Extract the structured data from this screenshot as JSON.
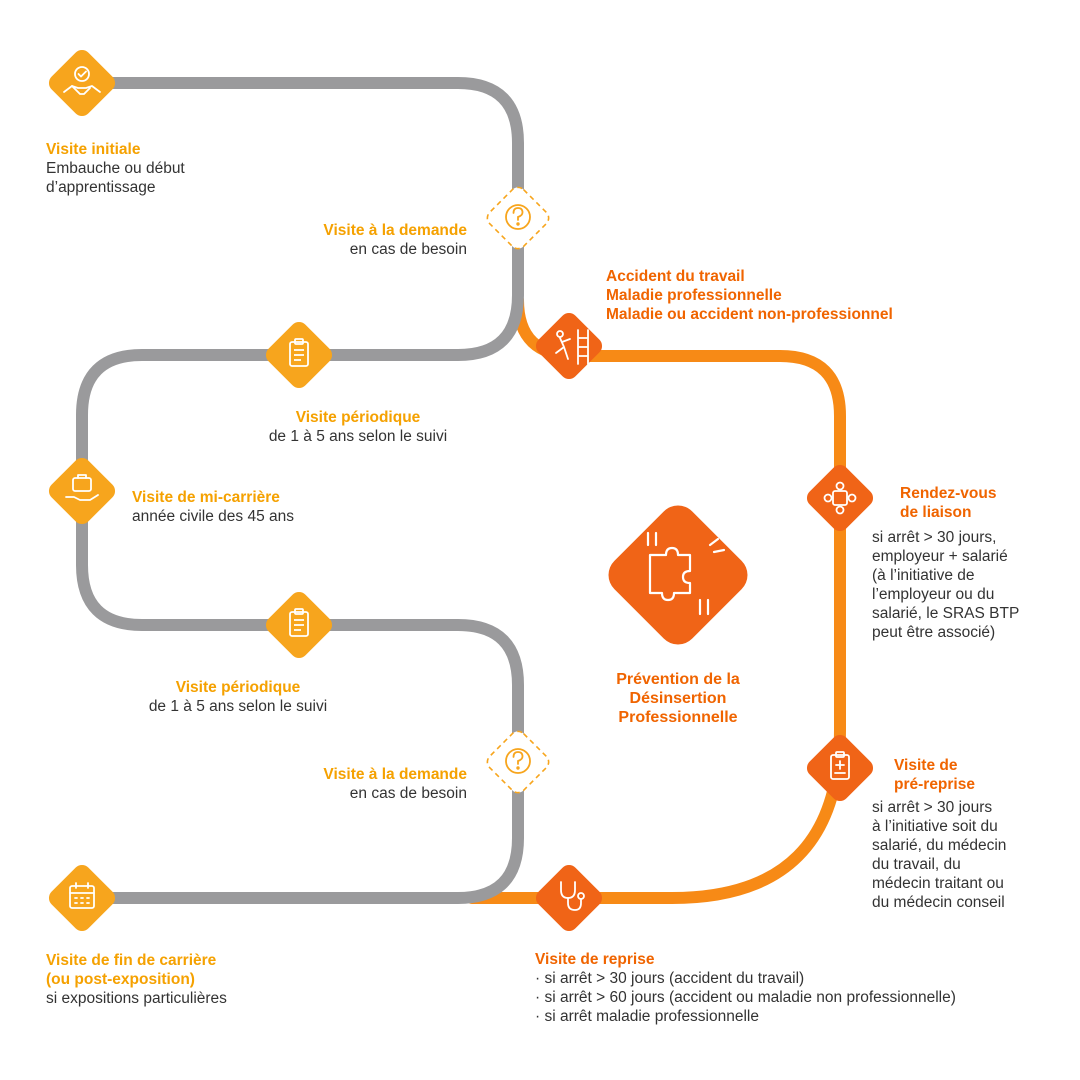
{
  "colors": {
    "gray_track": "#9a9a9c",
    "orange_track": "#f78a16",
    "yellow_node": "#f7a51d",
    "orange_node": "#f06417",
    "yellow_text": "#f5a100",
    "orange_text": "#f06400"
  },
  "nodes": {
    "visite_initiale": {
      "title": "Visite initiale",
      "desc": "Embauche ou début\nd’apprentissage",
      "icon": "handshake-icon"
    },
    "demande_1": {
      "title": "Visite à la demande",
      "desc": "en cas de besoin",
      "icon": "question-icon"
    },
    "accident": {
      "lines": [
        "Accident du travail",
        "Maladie professionnelle",
        "Maladie ou accident non-professionnel"
      ],
      "icon": "fall-ladder-icon"
    },
    "periodique_1": {
      "title": "Visite périodique",
      "desc": "de 1 à 5 ans selon le suivi",
      "icon": "clipboard-icon"
    },
    "mi_carriere": {
      "title": "Visite de mi-carrière",
      "desc": "année civile des 45 ans",
      "icon": "briefcase-hand-icon"
    },
    "rendez_vous": {
      "title": "Rendez-vous\nde liaison",
      "desc": "si arrêt > 30 jours,\nemployeur + salarié\n(à l’initiative de\nl’employeur ou du\nsalarié, le SRAS BTP\npeut être associé)",
      "icon": "meeting-icon"
    },
    "prevention": {
      "title": "Prévention de la\nDésinsertion\nProfessionnelle",
      "icon": "puzzle-hands-icon"
    },
    "periodique_2": {
      "title": "Visite périodique",
      "desc": "de 1 à 5 ans selon le suivi",
      "icon": "clipboard-icon"
    },
    "demande_2": {
      "title": "Visite à la demande",
      "desc": "en cas de besoin",
      "icon": "question-icon"
    },
    "pre_reprise": {
      "title": "Visite de\npré-reprise",
      "desc": "si arrêt > 30 jours\nà l’initiative soit du\nsalarié, du médecin\ndu travail, du\nmédecin traitant ou\ndu médecin conseil",
      "icon": "medical-clipboard-icon"
    },
    "fin_carriere": {
      "title": "Visite de fin de carrière\n(ou post-exposition)",
      "desc": "si expositions particulières",
      "icon": "calendar-icon"
    },
    "reprise": {
      "title": "Visite de reprise",
      "bullets": [
        "· si arrêt > 30 jours (accident du travail)",
        "· si arrêt > 60 jours (accident ou maladie non professionnelle)",
        "· si arrêt maladie professionnelle"
      ],
      "icon": "stethoscope-icon"
    }
  }
}
